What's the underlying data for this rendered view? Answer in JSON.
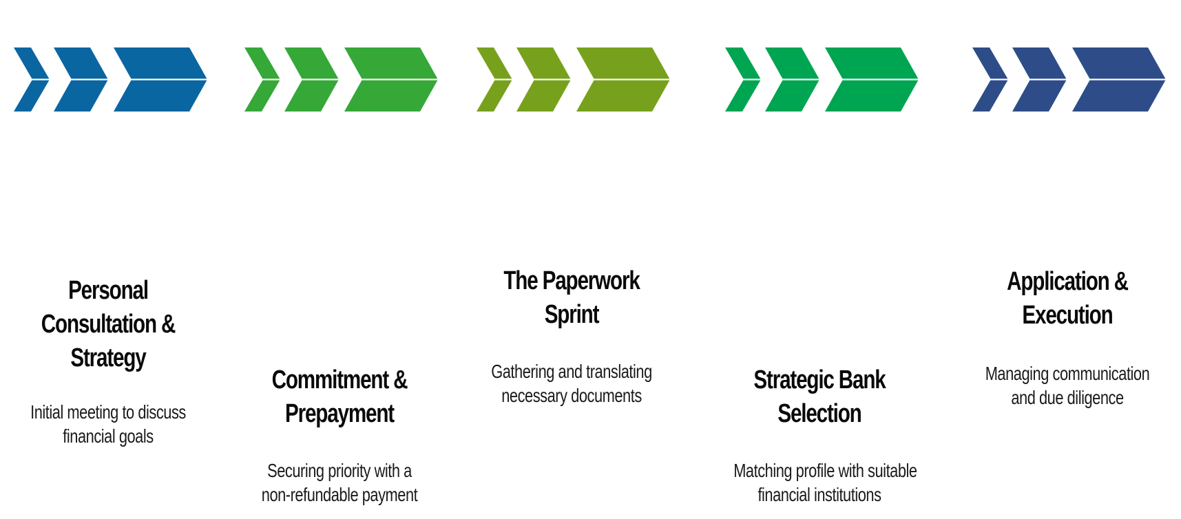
{
  "steps": [
    {
      "id": "personal-consultation",
      "color": "#0a66a1",
      "title_lines": [
        "Personal",
        "Consultation &",
        "Strategy"
      ],
      "desc_lines": [
        "Initial meeting to discuss",
        "financial goals"
      ]
    },
    {
      "id": "commitment-prepayment",
      "color": "#35a838",
      "title_lines": [
        "Commitment &",
        "Prepayment"
      ],
      "desc_lines": [
        "Securing priority with a",
        "non-refundable payment"
      ]
    },
    {
      "id": "paperwork-sprint",
      "color": "#77a11c",
      "title_lines": [
        "The Paperwork",
        "Sprint"
      ],
      "desc_lines": [
        "Gathering and translating",
        "necessary documents"
      ]
    },
    {
      "id": "strategic-bank-selection",
      "color": "#00a551",
      "title_lines": [
        "Strategic Bank",
        "Selection"
      ],
      "desc_lines": [
        "Matching profile with suitable",
        "financial institutions"
      ]
    },
    {
      "id": "application-execution",
      "color": "#2e4d88",
      "title_lines": [
        "Application &",
        "Execution"
      ],
      "desc_lines": [
        "Managing communication",
        "and due diligence"
      ]
    }
  ]
}
